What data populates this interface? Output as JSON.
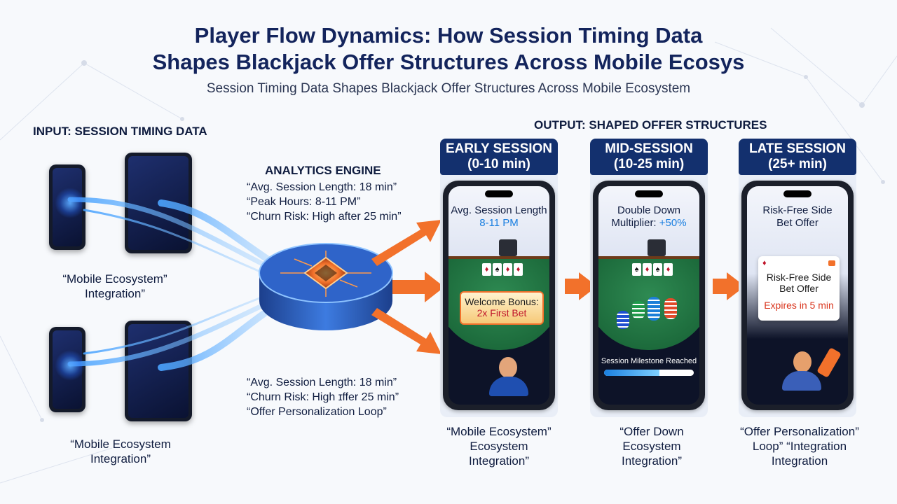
{
  "header": {
    "title_line1": "Player Flow Dynamics: How Session Timing Data",
    "title_line2": "Shapes Blackjack Offer Structures Across Mobile Ecosys",
    "subtitle": "Session Timing Data Shapes Blackjack Offer Structures Across Mobile Ecosystem"
  },
  "input": {
    "label": "INPUT: SESSION TIMING DATA",
    "caption_top_line1": "“Mobile Ecosystem”",
    "caption_top_line2": "Integration”",
    "caption_bottom_line1": "“Mobile Ecosystem",
    "caption_bottom_line2": "Integration”"
  },
  "engine": {
    "title": "ANALYTICS ENGINE",
    "top_lines": [
      "“Avg. Session Length: 18 min”",
      "“Peak Hours: 8-11 PM”",
      "“Churn Risk: High after 25 min”"
    ],
    "bottom_lines": [
      "“Avg. Session Length: 18 min”",
      "“Churn Risk: High ɪffer 25 min”",
      "“Offer Personalization Loop”"
    ]
  },
  "output": {
    "label": "OUTPUT: SHAPED OFFER STRUCTURES",
    "stages": [
      {
        "name": "EARLY SESSION",
        "range": "(0-10 min)",
        "screen_line1": "Avg. Session Length",
        "screen_line2": "8-11 PM",
        "offer_line1": "Welcome Bonus:",
        "offer_line2": "2x First Bet",
        "caption_lines": [
          "“Mobile Ecosystem”",
          "Ecosystem",
          "Integration”"
        ]
      },
      {
        "name": "MID-SESSION",
        "range": "(10-25 min)",
        "screen_line1": "Double Down",
        "screen_line2_prefix": "Multiplier: ",
        "screen_line2_value": "+50%",
        "milestone": "Session Milestone Reached",
        "milestone_progress": 0.62,
        "caption_lines": [
          "“Offer Down",
          "Ecosystem",
          "Integration”"
        ]
      },
      {
        "name": "LATE SESSION",
        "range": "(25+ min)",
        "screen_line1": "Risk-Free Side",
        "screen_line2": "Bet Offer",
        "offer_line1": "Risk-Free Side",
        "offer_line2": "Bet Offer",
        "offer_expiry": "Expires in 5 min",
        "caption_lines": [
          "“Offer Personalization”",
          "Loop” “Integration",
          "Integration"
        ]
      }
    ]
  },
  "cards": {
    "early": [
      "♦",
      "♠",
      "♦",
      "♦"
    ],
    "mid": [
      "♠",
      "♦",
      "♠",
      "♦"
    ],
    "suit_red": "♦",
    "suit_black": "♠"
  },
  "colors": {
    "navy": "#13306e",
    "accent_orange": "#f2712b",
    "highlight_blue": "#1a7fe0",
    "felt_green": "#1f7a42"
  }
}
